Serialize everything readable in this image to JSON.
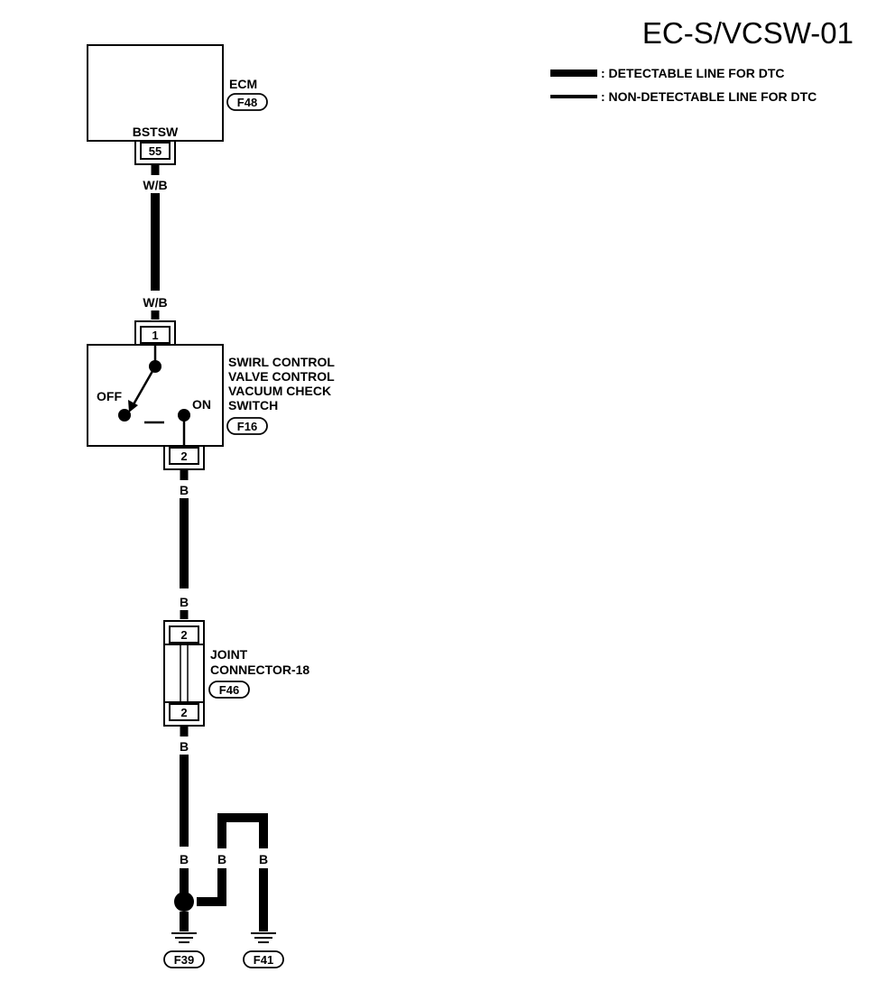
{
  "title": "EC-S/VCSW-01",
  "legend": [
    {
      "text": ": DETECTABLE LINE FOR DTC"
    },
    {
      "text": ": NON-DETECTABLE LINE FOR DTC"
    }
  ],
  "ecm": {
    "label": "ECM",
    "connector": "F48",
    "terminal_name": "BSTSW",
    "pin": "55"
  },
  "wires": {
    "ecm_out": "W/B",
    "switch_in": "W/B",
    "switch_out": "B",
    "joint_in": "B",
    "joint_out": "B",
    "ground_left": "B",
    "ground_mid": "B",
    "ground_right": "B"
  },
  "switch": {
    "lines": [
      "SWIRL CONTROL",
      "VALVE CONTROL",
      "VACUUM CHECK",
      "SWITCH"
    ],
    "connector": "F16",
    "pin_top": "1",
    "pin_bottom": "2",
    "off_label": "OFF",
    "on_label": "ON"
  },
  "joint": {
    "lines": [
      "JOINT",
      "CONNECTOR-18"
    ],
    "connector": "F46",
    "pin_top": "2",
    "pin_bottom": "2"
  },
  "grounds": {
    "left": "F39",
    "right": "F41"
  }
}
